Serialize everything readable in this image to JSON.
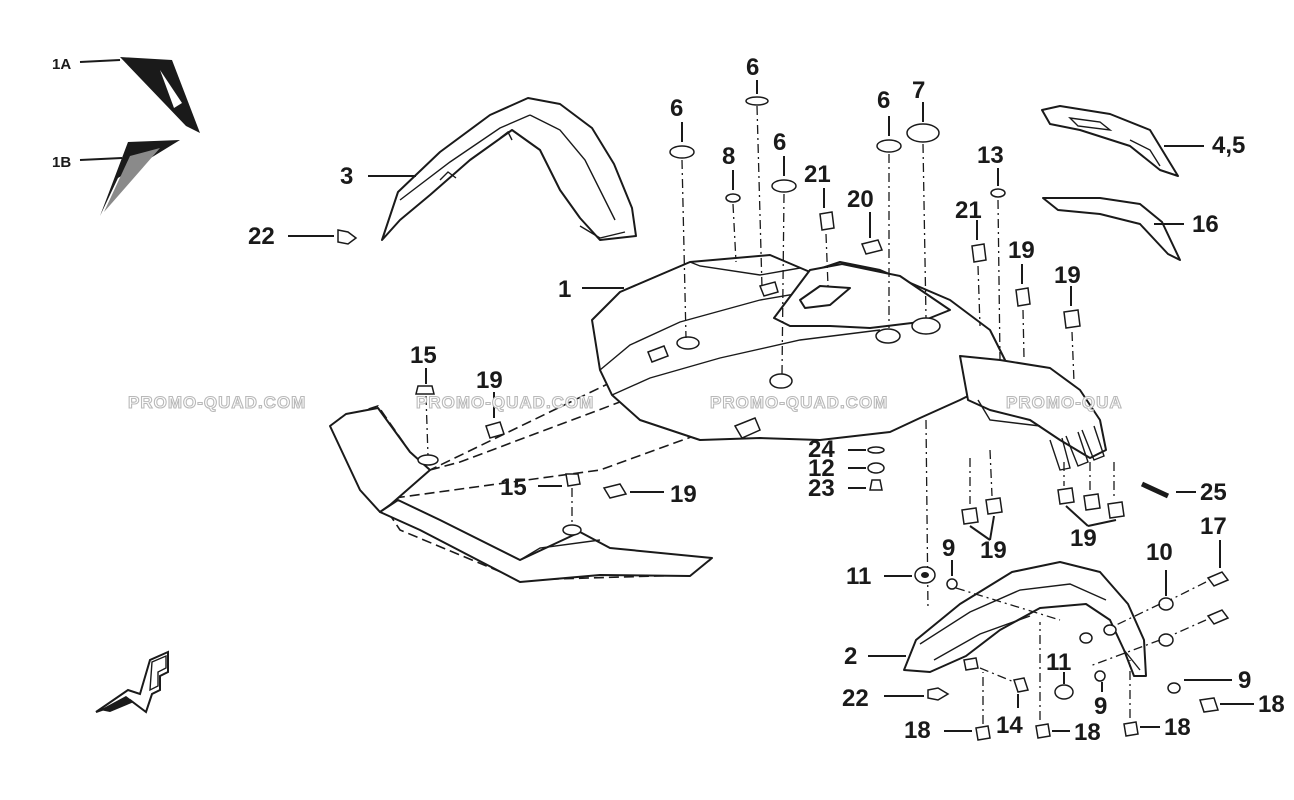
{
  "watermark": "PROMO-QUAD.COM",
  "watermark_clipped": "PROMO-QUA",
  "callouts": {
    "c1a": "1A",
    "c1b": "1B",
    "c1": "1",
    "c2": "2",
    "c3": "3",
    "c45": "4,5",
    "c6a": "6",
    "c6b": "6",
    "c6c": "6",
    "c6d": "6",
    "c7": "7",
    "c8": "8",
    "c9a": "9",
    "c9b": "9",
    "c9c": "9",
    "c10": "10",
    "c11a": "11",
    "c11b": "11",
    "c12": "12",
    "c13": "13",
    "c14": "14",
    "c15a": "15",
    "c15b": "15",
    "c16": "16",
    "c17": "17",
    "c18a": "18",
    "c18b": "18",
    "c18c": "18",
    "c18d": "18",
    "c19a": "19",
    "c19b": "19",
    "c19c": "19",
    "c19d": "19",
    "c19e": "19",
    "c19f": "19",
    "c20": "20",
    "c21a": "21",
    "c21b": "21",
    "c22a": "22",
    "c22b": "22",
    "c23": "23",
    "c24": "24",
    "c25": "25"
  },
  "colors": {
    "ink": "#1a1a1a",
    "decal_shade": "#8a8a8a",
    "watermark_outline": "#b9b9b9",
    "background": "#ffffff"
  },
  "icons": {
    "front_direction": "front-direction-arrow-icon"
  }
}
